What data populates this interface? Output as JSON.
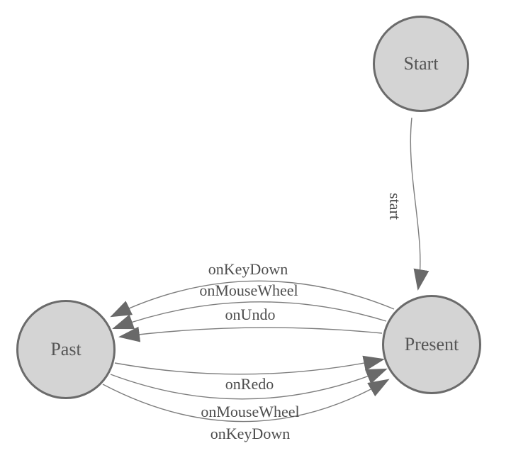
{
  "diagram": {
    "type": "finite-state-machine",
    "nodes": [
      {
        "id": "start",
        "label": "Start"
      },
      {
        "id": "past",
        "label": "Past"
      },
      {
        "id": "present",
        "label": "Present"
      }
    ],
    "edges": [
      {
        "id": "start-to-present",
        "label": "start",
        "from": "Start",
        "to": "Present"
      },
      {
        "id": "present-to-past-keydown",
        "label": "onKeyDown",
        "from": "Present",
        "to": "Past"
      },
      {
        "id": "present-to-past-mousewheel",
        "label": "onMouseWheel",
        "from": "Present",
        "to": "Past"
      },
      {
        "id": "present-to-past-undo",
        "label": "onUndo",
        "from": "Present",
        "to": "Past"
      },
      {
        "id": "past-to-present-redo",
        "label": "onRedo",
        "from": "Past",
        "to": "Present"
      },
      {
        "id": "past-to-present-mousewheel",
        "label": "onMouseWheel",
        "from": "Past",
        "to": "Present"
      },
      {
        "id": "past-to-present-keydown",
        "label": "onKeyDown",
        "from": "Past",
        "to": "Present"
      }
    ],
    "colors": {
      "background": "#ffffff",
      "node_fill": "#d4d4d4",
      "node_border": "#6b6b6b",
      "node_text": "#555555",
      "edge_stroke": "#7d7d7d",
      "arrowhead_fill": "#696969",
      "edge_label_text": "#4d4d4d"
    }
  }
}
